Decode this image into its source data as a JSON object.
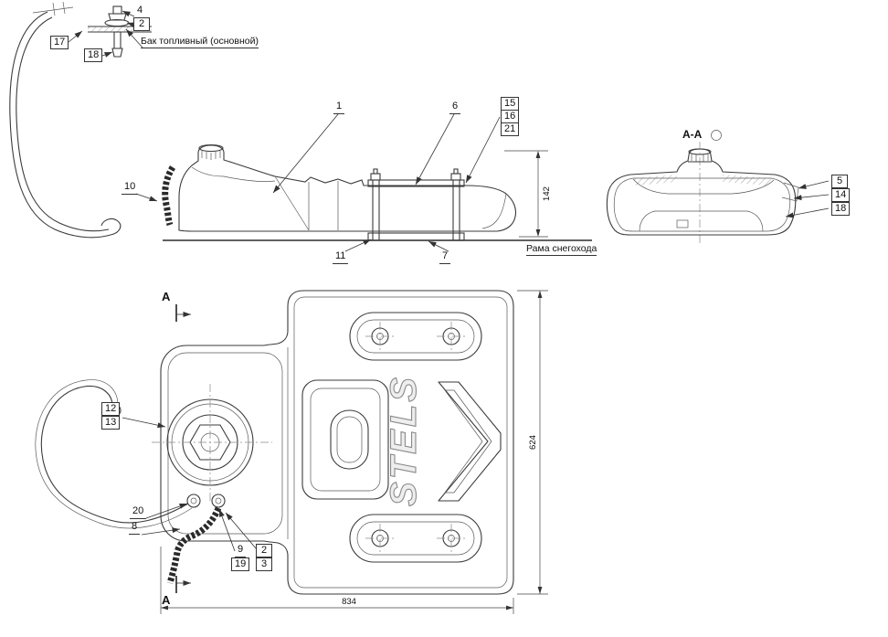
{
  "labels": {
    "fuel_tank_main": "Бак топливный (основной)",
    "snowmobile_frame": "Рама снегохода",
    "brand": "STELS",
    "section_title": "А-А",
    "section_mark_top": "А",
    "section_mark_bottom": "А"
  },
  "dimensions": {
    "side_height": "142",
    "plan_length": "834",
    "plan_width": "624"
  },
  "callouts": {
    "n1": "1",
    "n2": "2",
    "n3": "3",
    "n4": "4",
    "n5": "5",
    "n6": "6",
    "n7": "7",
    "n8": "8",
    "n9": "9",
    "n10": "10",
    "n11": "11",
    "n12": "12",
    "n13": "13",
    "n14": "14",
    "n15": "15",
    "n16": "16",
    "n17": "17",
    "n18": "18",
    "n19": "19",
    "n20": "20",
    "n21": "21"
  }
}
